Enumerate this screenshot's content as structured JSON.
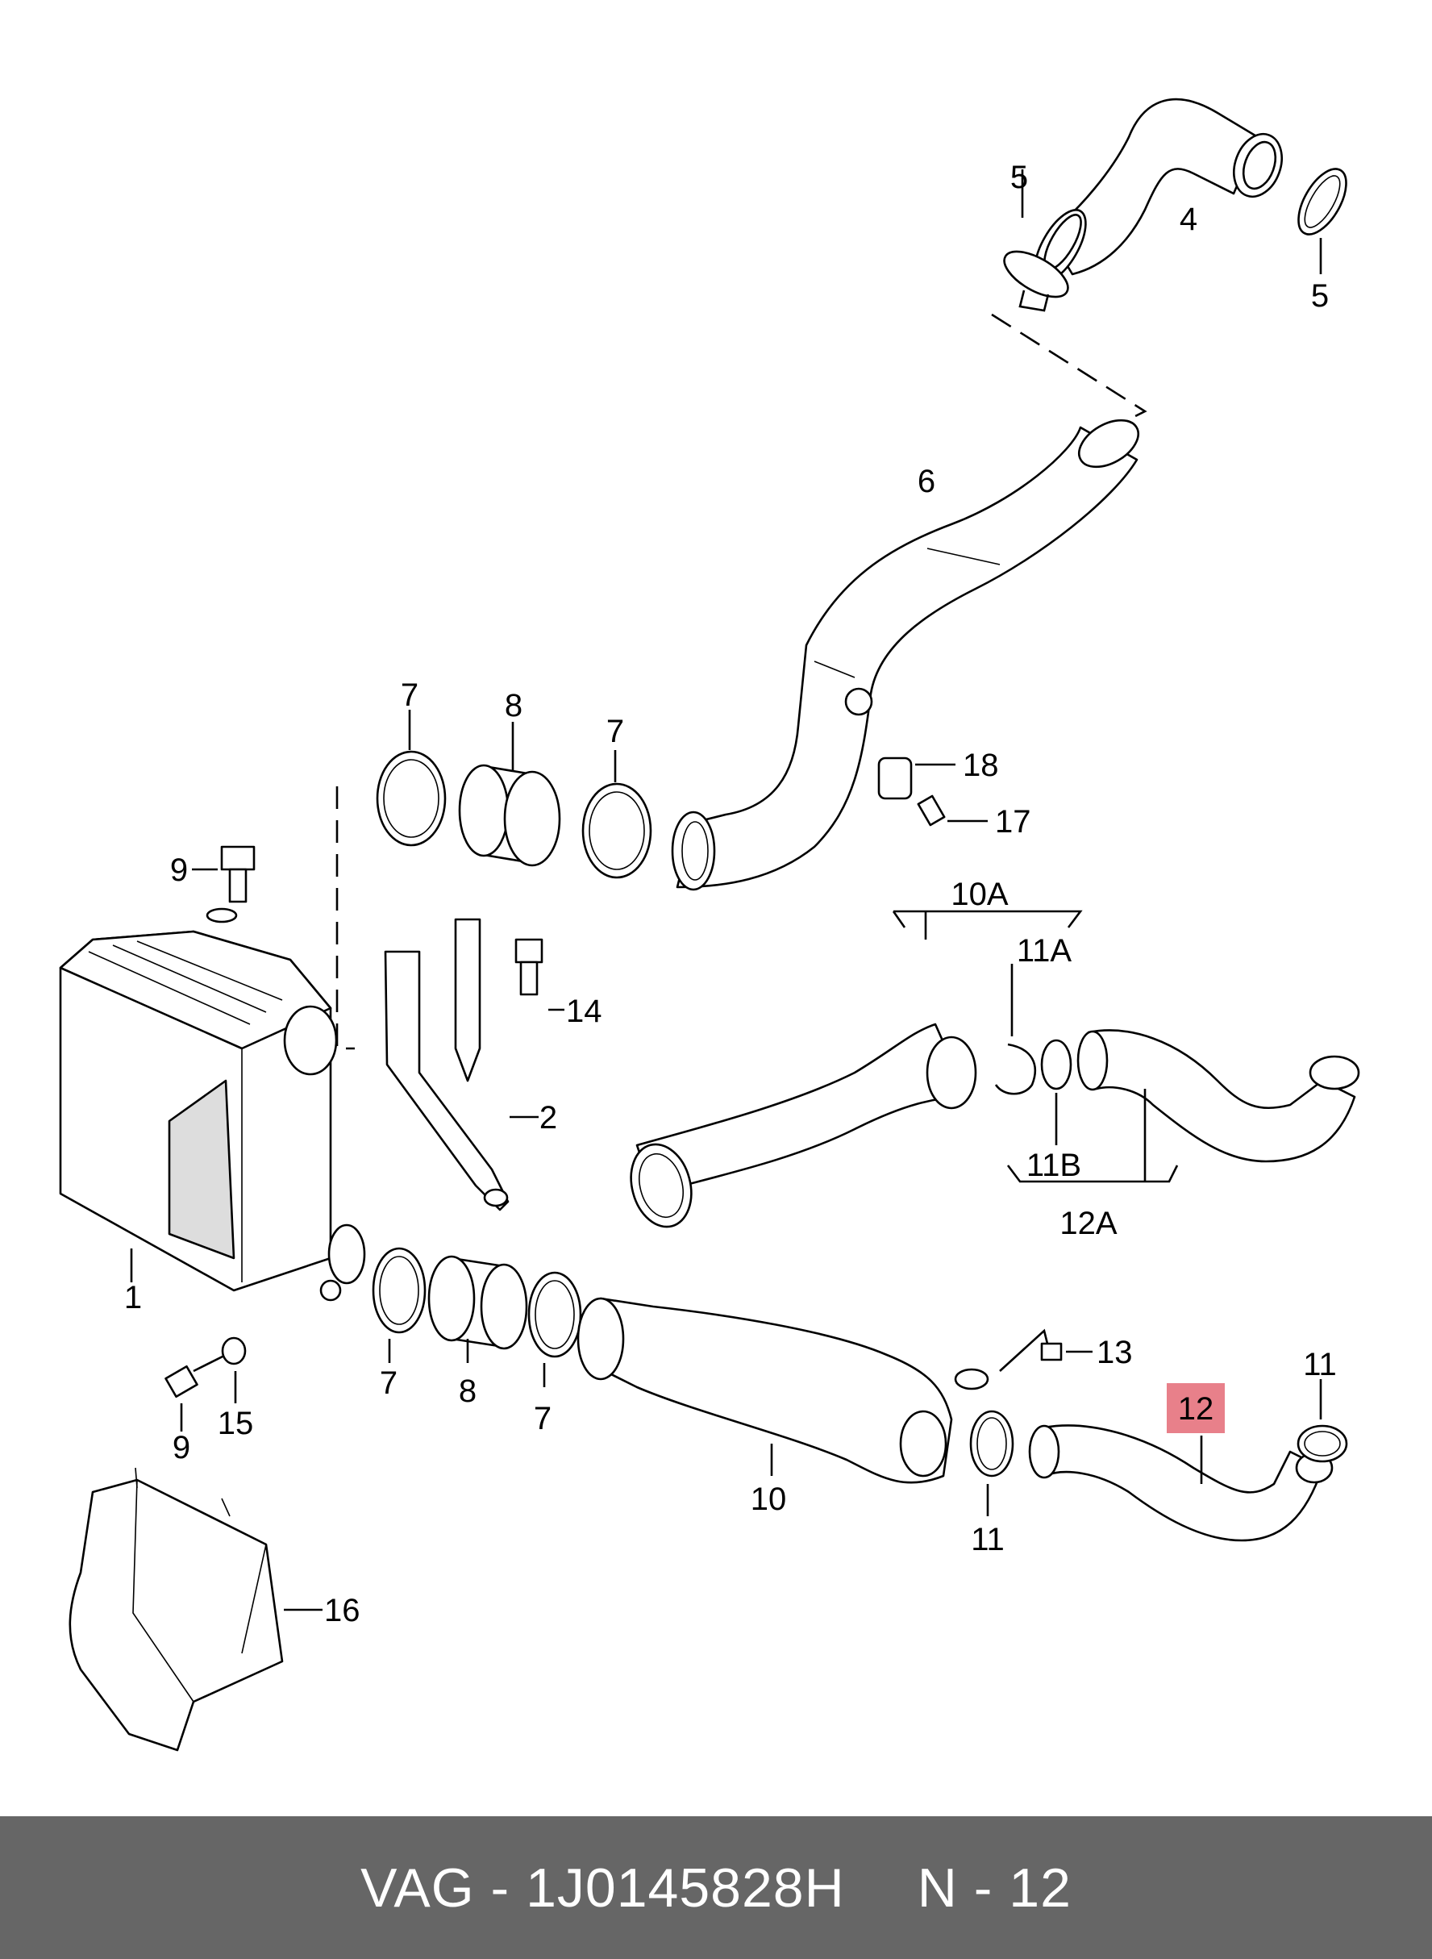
{
  "callouts": {
    "c1": "1",
    "c2": "2",
    "c4": "4",
    "c5a": "5",
    "c5b": "5",
    "c6": "6",
    "c7a": "7",
    "c7b": "7",
    "c7c": "7",
    "c7d": "7",
    "c8a": "8",
    "c8b": "8",
    "c9a": "9",
    "c9b": "9",
    "c10": "10",
    "c10A": "10A",
    "c11a": "11",
    "c11b": "11",
    "c11A": "11A",
    "c11B": "11B",
    "c12": "12",
    "c12A": "12A",
    "c13": "13",
    "c14": "14",
    "c15": "15",
    "c16": "16",
    "c17": "17",
    "c18": "18"
  },
  "highlight": {
    "label": "12",
    "color": "#e8808a"
  },
  "footer": {
    "brand_part": "VAG - 1J0145828H",
    "page_ref": "N - 12",
    "background": "#666666",
    "text_color": "#ffffff"
  }
}
